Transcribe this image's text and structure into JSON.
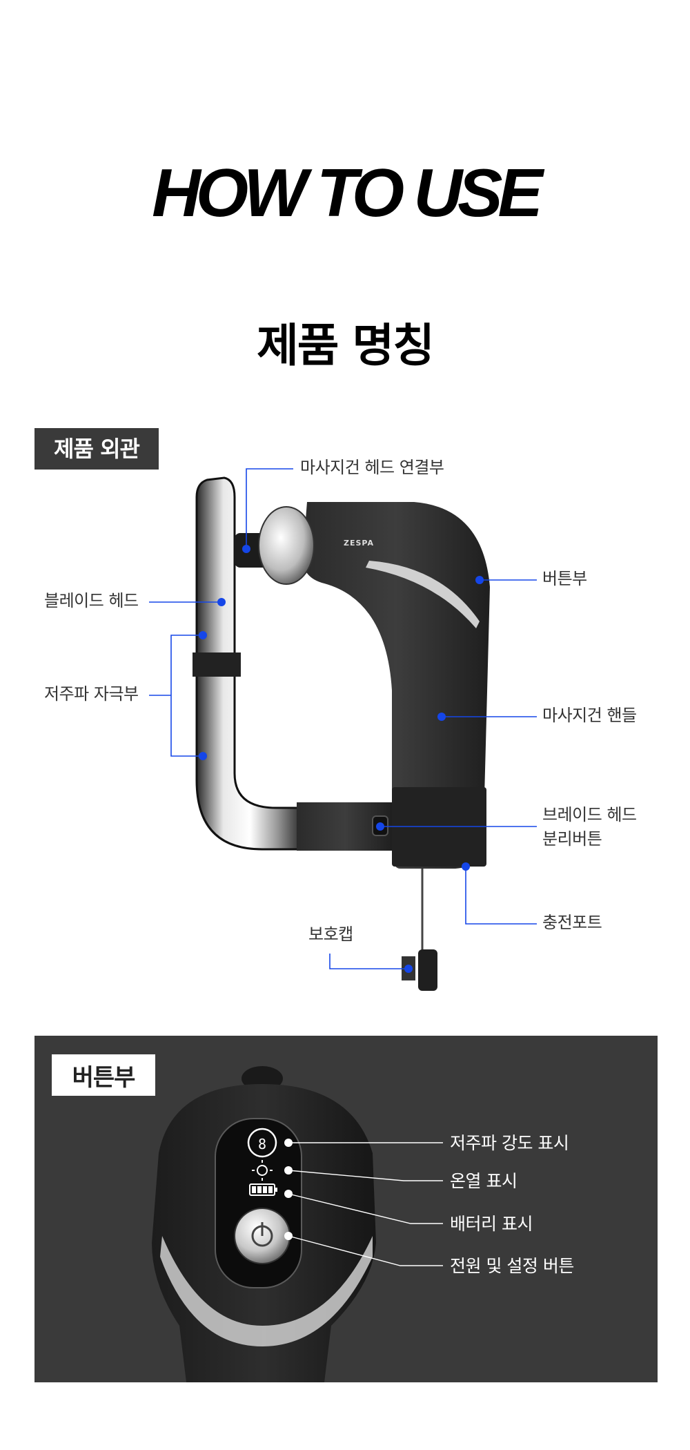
{
  "header": {
    "title": "HOW TO USE",
    "subtitle": "제품 명칭"
  },
  "exterior": {
    "tag": "제품 외관",
    "brand_mark": "ZESPA",
    "labels": {
      "connector": "마사지건 헤드 연결부",
      "blade_head": "블레이드 헤드",
      "stim": "저주파 자극부",
      "button_area": "버튼부",
      "handle": "마사지건 핸들",
      "detach_line1": "브레이드 헤드",
      "detach_line2": "분리버튼",
      "charge_port": "충전포트",
      "cap": "보호캡"
    }
  },
  "button_panel": {
    "tag": "버튼부",
    "labels": {
      "intensity": "저주파 강도 표시",
      "heat": "온열 표시",
      "battery": "배터리 표시",
      "power": "전원 및 설정 버튼"
    }
  },
  "colors": {
    "accent": "#1546e8",
    "tag_bg": "#3a3a3a",
    "panel_bg": "#3a3a3a"
  }
}
